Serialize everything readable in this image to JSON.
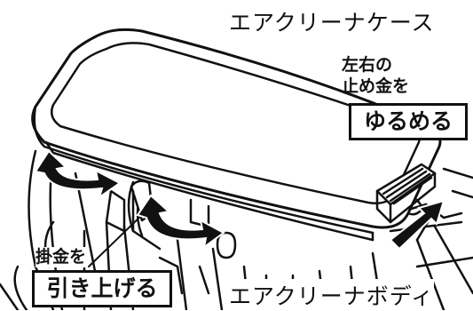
{
  "labels": {
    "case": "エアクリーナケース",
    "body": "エアクリーナボディ",
    "clip_line1": "左右の",
    "clip_line2": "止め金を",
    "clip_action": "ゆるめる",
    "hook_line": "掛金を",
    "hook_action": "引き上げる"
  },
  "colors": {
    "ink": "#111111",
    "background": "#ffffff"
  },
  "icons": [
    "curved-arrow-icon",
    "up-arrow-icon"
  ]
}
